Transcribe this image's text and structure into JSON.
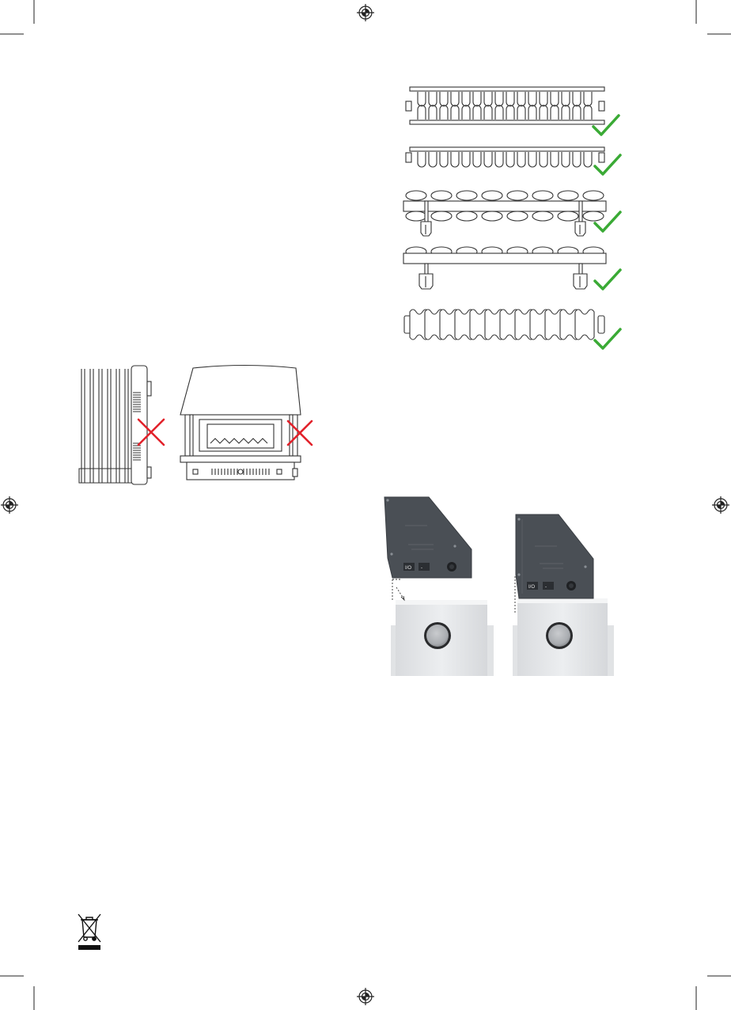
{
  "page": {
    "type": "manual-illustration-page",
    "colors": {
      "background": "#ffffff",
      "line_art": "#333333",
      "approved_mark": "#3aaa35",
      "rejected_mark": "#e2222b",
      "control_box": "#4a4f55",
      "radiator_panel": "#e4e6e8"
    }
  },
  "compatible_radiators": {
    "items": [
      {
        "type": "double-panel-convector",
        "mark": "check-icon"
      },
      {
        "type": "single-panel-convector",
        "mark": "check-icon"
      },
      {
        "type": "tubular-column-with-brackets",
        "mark": "check-icon"
      },
      {
        "type": "tubular-column-low-brackets",
        "mark": "check-icon"
      },
      {
        "type": "cast-iron-column",
        "mark": "check-icon"
      }
    ]
  },
  "incompatible_heaters": {
    "items": [
      {
        "type": "oil-filled-radiator",
        "mark": "cross-icon"
      },
      {
        "type": "electric-fire",
        "mark": "cross-icon"
      }
    ]
  },
  "installation": {
    "steps": [
      {
        "state": "positioning",
        "power_button": "I/O",
        "mode_button": "-"
      },
      {
        "state": "attached",
        "power_button": "I/O",
        "mode_button": "-"
      }
    ]
  },
  "footer": {
    "weee_symbol": "crossed-out-bin-icon"
  }
}
